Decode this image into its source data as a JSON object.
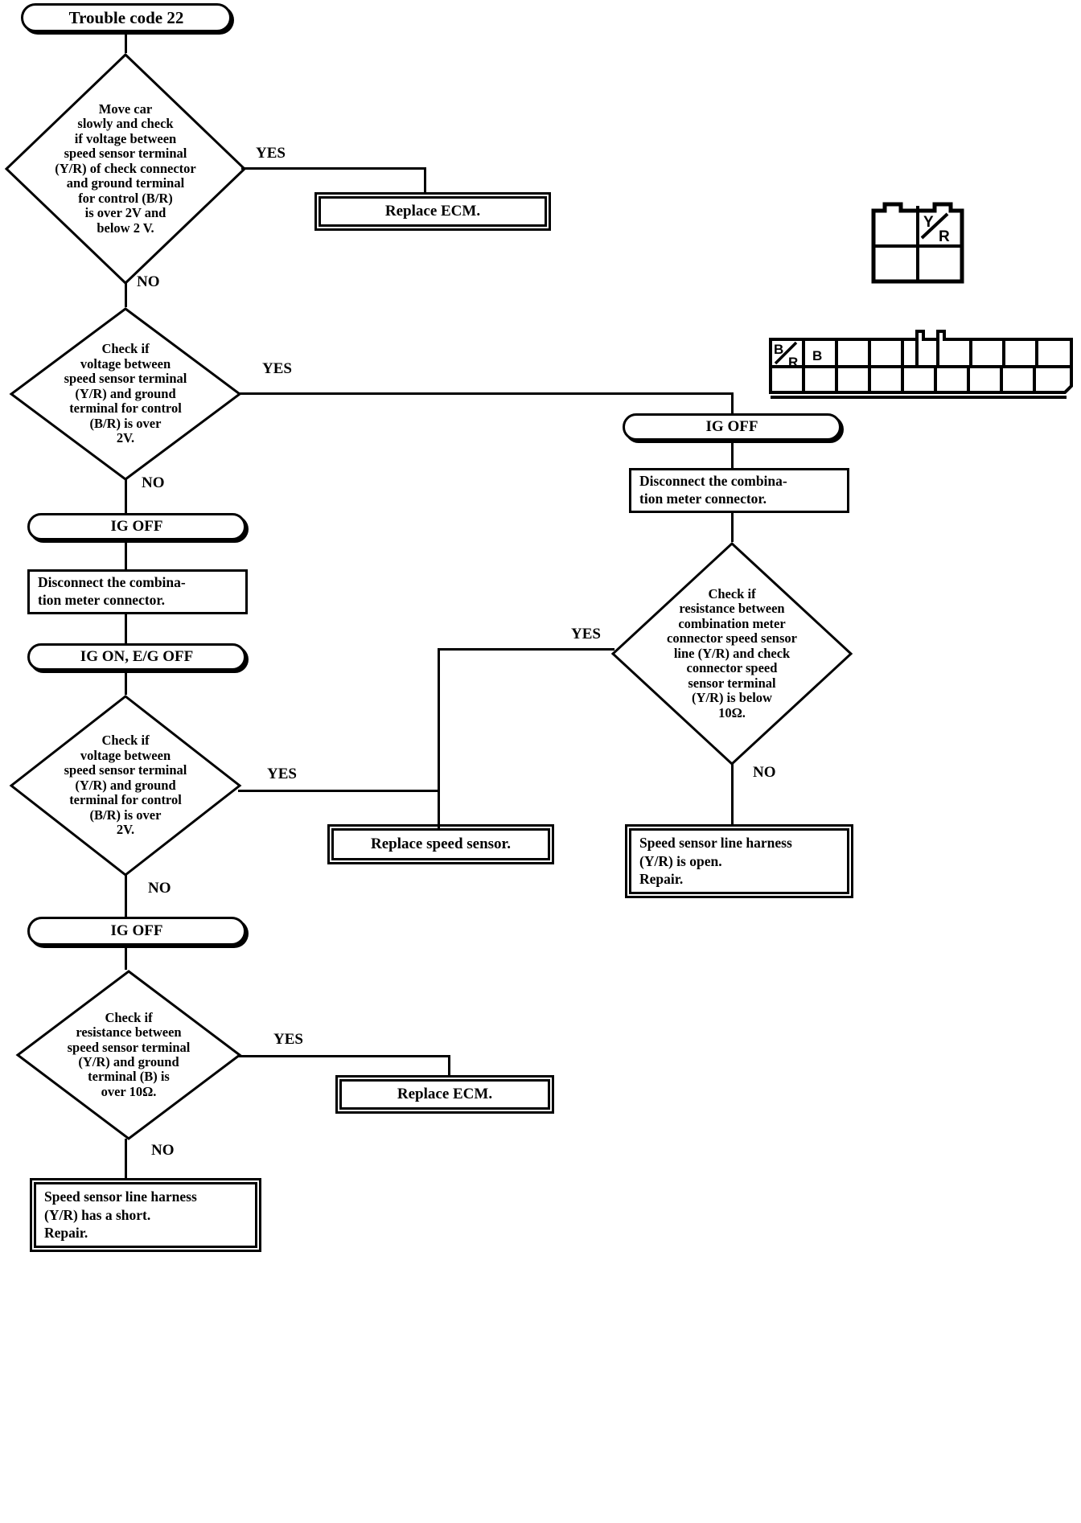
{
  "title": "Trouble code 22",
  "colors": {
    "line": "#000000",
    "background": "#ffffff"
  },
  "flow": {
    "start": {
      "label": "Trouble code 22"
    },
    "decision1": {
      "lines": [
        "Move car",
        "slowly and check",
        "if voltage between",
        "speed sensor terminal",
        "(Y/R) of check connector",
        "and ground terminal",
        "for control (B/R)",
        "is over 2V and",
        "below 2 V."
      ],
      "yes": "YES",
      "no": "NO"
    },
    "replace_ecm_1": {
      "label": "Replace ECM."
    },
    "decision2": {
      "lines": [
        "Check if",
        "voltage between",
        "speed sensor terminal",
        "(Y/R) and ground",
        "terminal for control",
        "(B/R) is over",
        "2V."
      ],
      "yes": "YES",
      "no": "NO"
    },
    "ig_off_left_1": {
      "label": "IG OFF"
    },
    "disconnect_left": {
      "lines": [
        "Disconnect the combina-",
        "tion meter connector."
      ]
    },
    "ig_on_eg_off": {
      "label": "IG ON, E/G OFF"
    },
    "decision3": {
      "lines": [
        "Check if",
        "voltage between",
        "speed sensor terminal",
        "(Y/R) and ground",
        "terminal for control",
        "(B/R) is over",
        "2V."
      ],
      "yes": "YES",
      "no": "NO"
    },
    "replace_speed_sensor": {
      "label": "Replace speed sensor."
    },
    "ig_off_left_2": {
      "label": "IG OFF"
    },
    "decision4": {
      "lines": [
        "Check if",
        "resistance between",
        "speed sensor terminal",
        "(Y/R) and ground",
        "terminal (B) is",
        "over 10Ω."
      ],
      "yes": "YES",
      "no": "NO"
    },
    "replace_ecm_2": {
      "label": "Replace ECM."
    },
    "short_harness": {
      "lines": [
        "Speed sensor line harness",
        "(Y/R) has a short.",
        "Repair."
      ]
    },
    "ig_off_right": {
      "label": "IG OFF"
    },
    "disconnect_right": {
      "lines": [
        "Disconnect the combina-",
        "tion meter connector."
      ]
    },
    "decision5": {
      "lines": [
        "Check if",
        "resistance between",
        "combination meter",
        "connector speed sensor",
        "line (Y/R) and check",
        "connector speed",
        "sensor terminal",
        "(Y/R) is below",
        "10Ω."
      ],
      "yes": "YES",
      "no": "NO"
    },
    "open_harness": {
      "lines": [
        "Speed sensor line harness",
        "(Y/R) is open.",
        "Repair."
      ]
    }
  },
  "connectors": {
    "check_connector": {
      "name": "check-connector-2x2",
      "pin_label": "Y/R",
      "pin_label_top": "Y",
      "pin_label_bottom": "R"
    },
    "control_connector": {
      "name": "control-connector-multipin",
      "pin_label_1_top": "B",
      "pin_label_1_bottom": "R",
      "pin_label_2": "B"
    }
  }
}
